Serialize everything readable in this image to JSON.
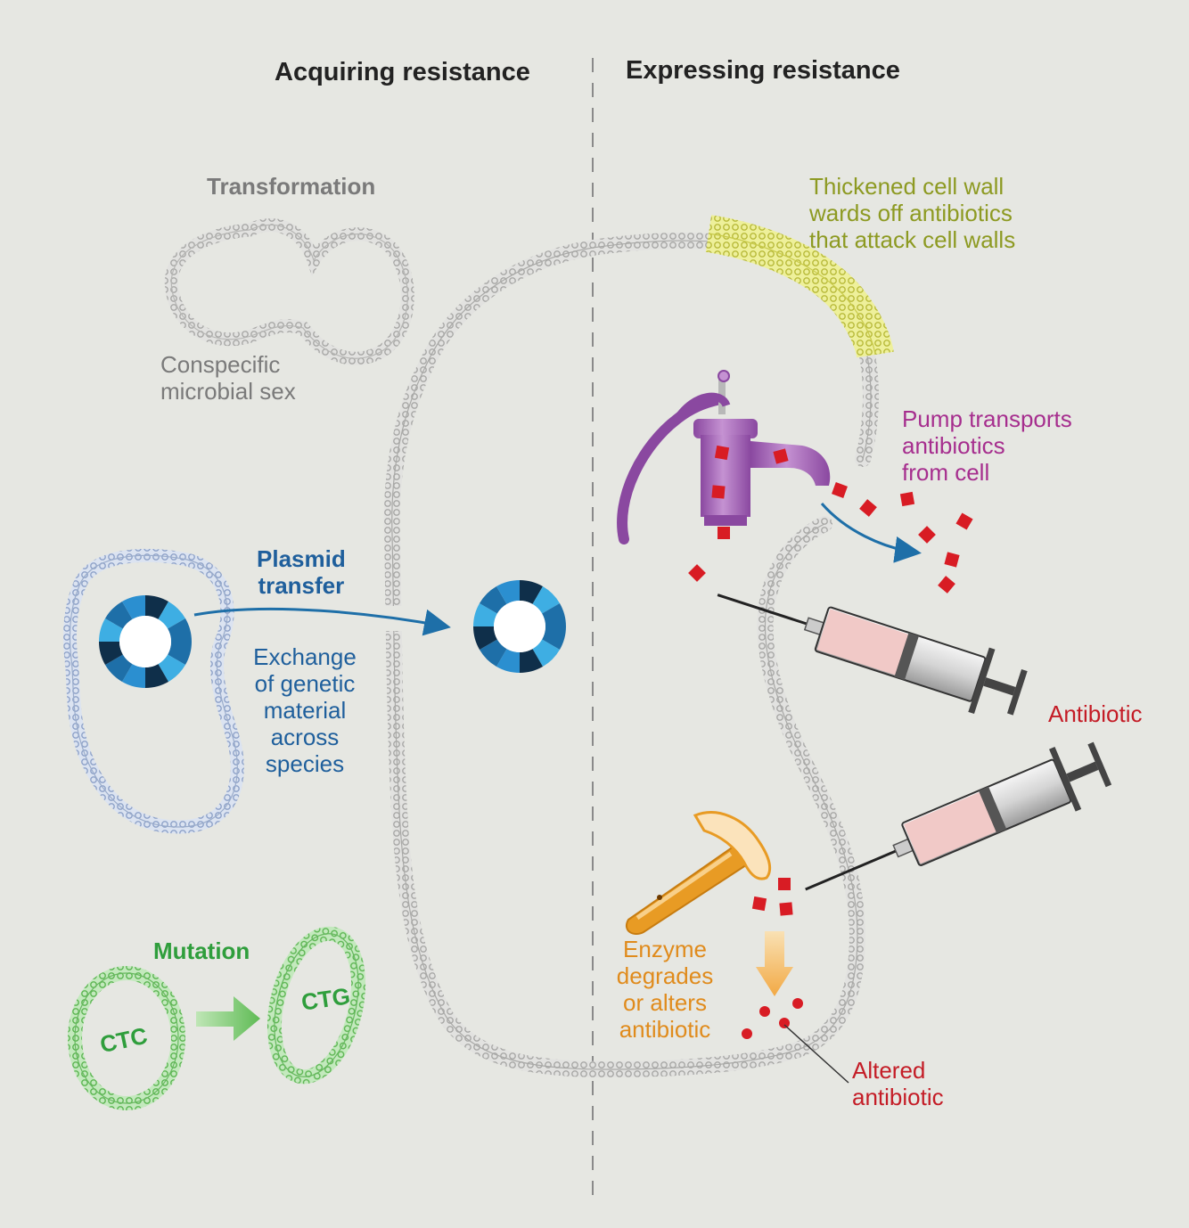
{
  "headers": {
    "acquiring": "Acquiring resistance",
    "expressing": "Expressing resistance"
  },
  "acquiring": {
    "transformation": {
      "title": "Transformation",
      "caption": "Conspecific\nmicrobial sex"
    },
    "plasmid": {
      "title": "Plasmid\ntransfer",
      "caption": "Exchange\nof genetic\nmaterial\nacross\nspecies"
    },
    "mutation": {
      "title": "Mutation",
      "before_codon": "CTC",
      "after_codon": "CTG"
    }
  },
  "expressing": {
    "cell_wall_caption": "Thickened cell wall\nwards off antibiotics\nthat attack cell walls",
    "pump_caption": "Pump transports\nantibiotics\nfrom cell",
    "antibiotic_label": "Antibiotic",
    "enzyme_caption": "Enzyme\ndegrades\nor alters\nantibiotic",
    "altered_label": "Altered\nantibiotic"
  },
  "colors": {
    "membrane_gray": "#c4c4c2",
    "membrane_blue": "#aebfdc",
    "membrane_green": "#86cc7c",
    "wall_yellow": "#dfe26c",
    "plasmid_blue": "#1e6fa8",
    "plasmid_light": "#3eaee3",
    "pump_purple": "#a55fb7",
    "antibiotic_red": "#d81c24",
    "enzyme_orange": "#e89b24",
    "wall_text": "#8d9a22",
    "mutation_green": "#2f9e3c",
    "plasmid_text": "#1f5f9c",
    "label_red": "#c41c26"
  },
  "icons": [
    "water-pump-icon",
    "syringe-icon",
    "hammer-icon",
    "arrow-icon"
  ]
}
